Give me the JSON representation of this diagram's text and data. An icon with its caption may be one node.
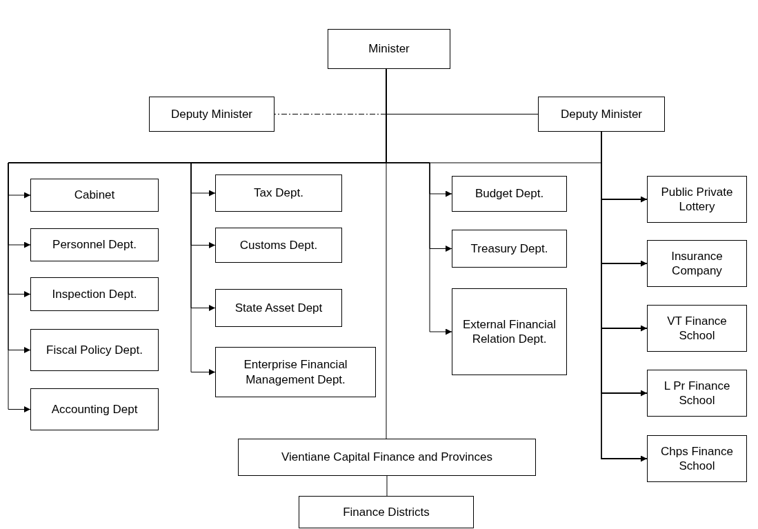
{
  "diagram": {
    "nodes": [
      {
        "text": [
          "Minister"
        ]
      },
      {
        "text": [
          "Deputy Minister"
        ]
      },
      {
        "text": [
          "Deputy Minister"
        ]
      },
      {
        "text": [
          "Cabinet"
        ]
      },
      {
        "text": [
          "Personnel Dept."
        ]
      },
      {
        "text": [
          "Inspection Dept."
        ]
      },
      {
        "text": [
          "Fiscal Policy Dept."
        ]
      },
      {
        "text": [
          "Accounting Dept"
        ]
      },
      {
        "text": [
          "Tax Dept."
        ]
      },
      {
        "text": [
          "Customs Dept."
        ]
      },
      {
        "text": [
          "State Asset Dept"
        ]
      },
      {
        "text": [
          "Enterprise Financial Management Dept."
        ]
      },
      {
        "text": [
          "Budget Dept."
        ]
      },
      {
        "text": [
          "Treasury Dept."
        ]
      },
      {
        "text": [
          "External Financial Relation Dept."
        ]
      },
      {
        "text": [
          "Public Private Lottery"
        ]
      },
      {
        "text": [
          "Insurance Company"
        ]
      },
      {
        "text": [
          "VT Finance School"
        ]
      },
      {
        "text": [
          "L Pr Finance School"
        ]
      },
      {
        "text": [
          "Chps Finance School"
        ]
      },
      {
        "text": [
          "Vientiane Capital Finance and Provinces"
        ]
      },
      {
        "text": [
          "Finance Districts"
        ]
      }
    ],
    "edges": [
      {
        "from": 0,
        "to": 1,
        "arrow": "none",
        "style": "dashed"
      },
      {
        "from": 0,
        "to": 2,
        "arrow": "none"
      },
      {
        "from": 0,
        "to": 20,
        "arrow": "none"
      },
      {
        "from": 0,
        "to": 3,
        "arrow": "to"
      },
      {
        "from": 0,
        "to": 4,
        "arrow": "to"
      },
      {
        "from": 0,
        "to": 5,
        "arrow": "to"
      },
      {
        "from": 0,
        "to": 6,
        "arrow": "to"
      },
      {
        "from": 0,
        "to": 7,
        "arrow": "to"
      },
      {
        "from": 0,
        "to": 8,
        "arrow": "to"
      },
      {
        "from": 0,
        "to": 9,
        "arrow": "to"
      },
      {
        "from": 0,
        "to": 10,
        "arrow": "to"
      },
      {
        "from": 0,
        "to": 11,
        "arrow": "to"
      },
      {
        "from": 0,
        "to": 12,
        "arrow": "to"
      },
      {
        "from": 0,
        "to": 13,
        "arrow": "to"
      },
      {
        "from": 0,
        "to": 14,
        "arrow": "to"
      },
      {
        "from": 2,
        "to": 15,
        "arrow": "to"
      },
      {
        "from": 2,
        "to": 16,
        "arrow": "to"
      },
      {
        "from": 2,
        "to": 17,
        "arrow": "to"
      },
      {
        "from": 2,
        "to": 18,
        "arrow": "to"
      },
      {
        "from": 2,
        "to": 19,
        "arrow": "to"
      },
      {
        "from": 20,
        "to": 21,
        "arrow": "none"
      }
    ]
  }
}
